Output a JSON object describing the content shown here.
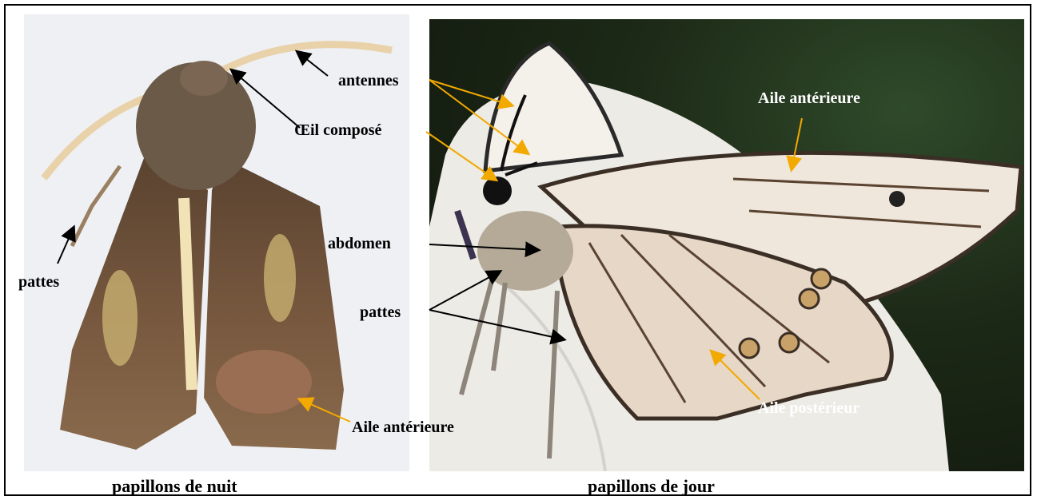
{
  "labels": {
    "antennes": "antennes",
    "oeil_compose": "Œil composé",
    "abdomen": "abdomen",
    "pattes_jour": "pattes",
    "pattes_nuit": "pattes",
    "aile_anterieure_jour": "Aile antérieure",
    "aile_anterieure_nuit": "Aile antérieure",
    "aile_posterieur": "Aile postérieur"
  },
  "captions": {
    "nuit": "papillons de nuit",
    "jour": "papillons de jour"
  },
  "colors": {
    "arrow_black": "#000000",
    "arrow_orange": "#f2a900",
    "text_orange": "#f5b301",
    "text_white": "#ffffff"
  }
}
